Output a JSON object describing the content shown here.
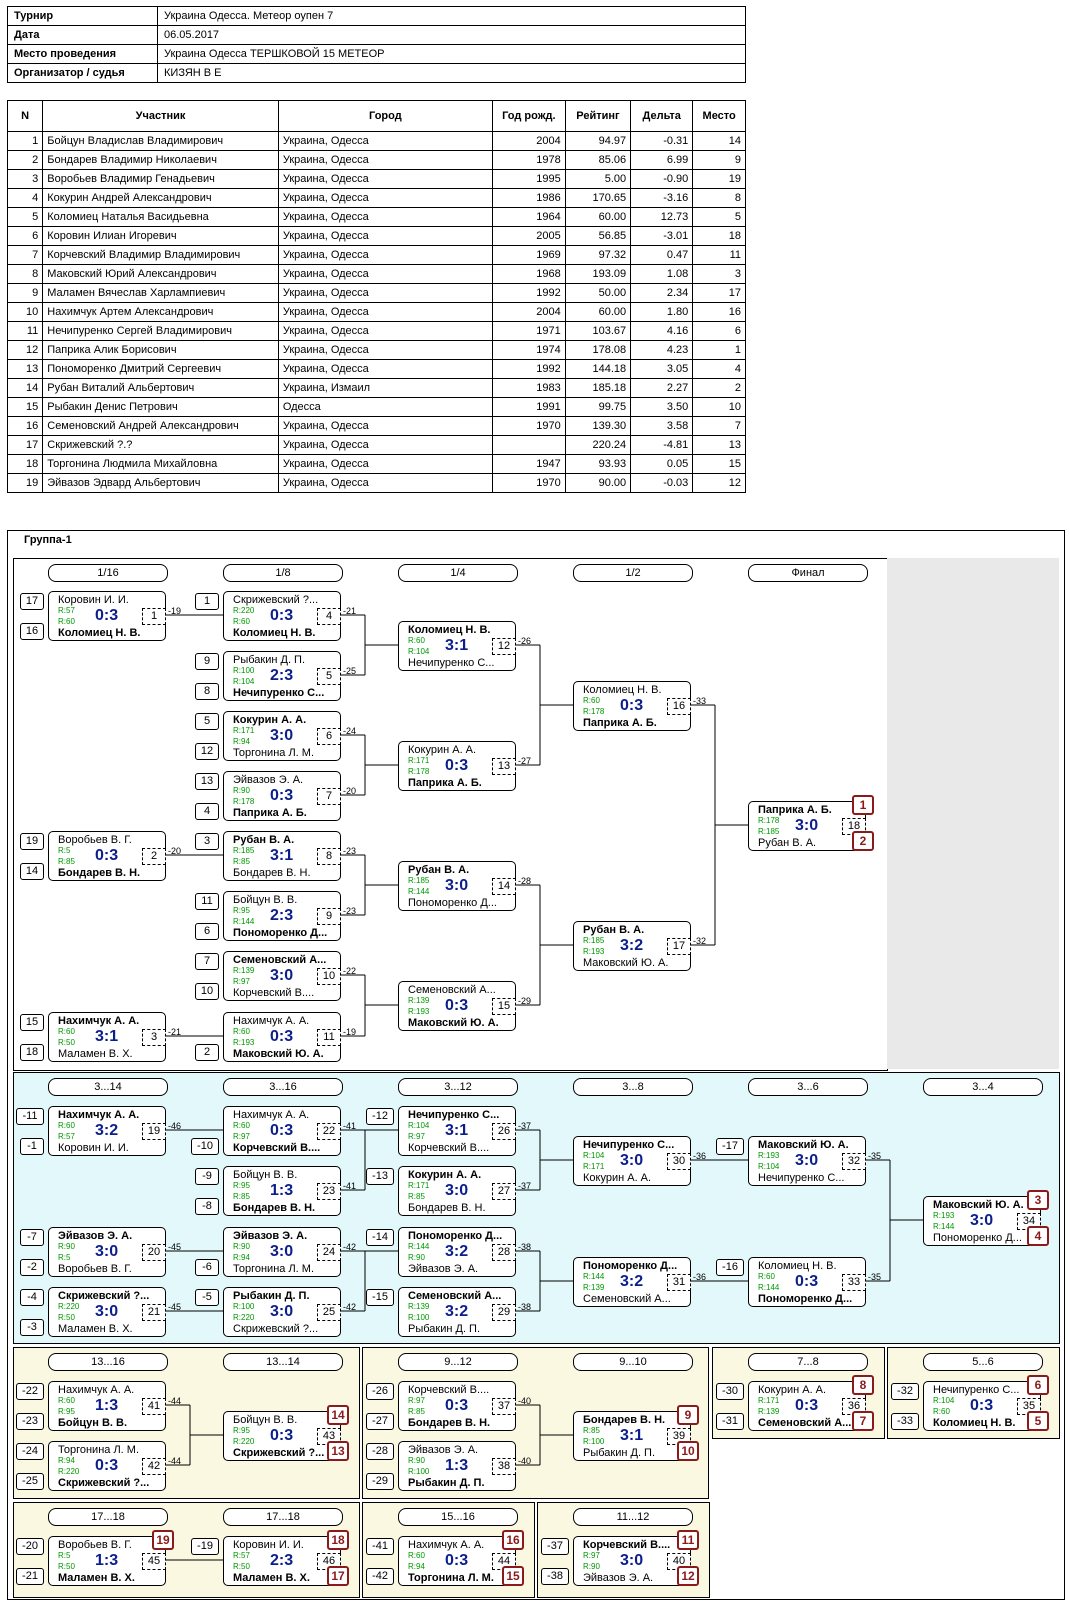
{
  "info": [
    {
      "key": "Турнир",
      "value": "Украина Одесса. Метеор оупен 7"
    },
    {
      "key": "Дата",
      "value": "06.05.2017"
    },
    {
      "key": "Место проведения",
      "value": "Украина Одесса ТЕРШКОВОЙ 15 МЕТЕОР"
    },
    {
      "key": "Организатор / судья",
      "value": "КИЗЯН В Е"
    }
  ],
  "players_header": [
    "N",
    "Участник",
    "Город",
    "Год рожд.",
    "Рейтинг",
    "Дельта",
    "Место"
  ],
  "players": [
    [
      "1",
      "Бойцун Владислав Владимирович",
      "Украина, Одесса",
      "2004",
      "94.97",
      "-0.31",
      "14"
    ],
    [
      "2",
      "Бондарев Владимир Николаевич",
      "Украина, Одесса",
      "1978",
      "85.06",
      "6.99",
      "9"
    ],
    [
      "3",
      "Воробьев Владимир Генадьевич",
      "Украина, Одесса",
      "1995",
      "5.00",
      "-0.90",
      "19"
    ],
    [
      "4",
      "Кокурин Андрей Александрович",
      "Украина, Одесса",
      "1986",
      "170.65",
      "-3.16",
      "8"
    ],
    [
      "5",
      "Коломиец Наталья Васидьевна",
      "Украина, Одесса",
      "1964",
      "60.00",
      "12.73",
      "5"
    ],
    [
      "6",
      "Коровин Илиан Игоревич",
      "Украина, Одесса",
      "2005",
      "56.85",
      "-3.01",
      "18"
    ],
    [
      "7",
      "Корчевский Владимир Владимирович",
      "Украина, Одесса",
      "1969",
      "97.32",
      "0.47",
      "11"
    ],
    [
      "8",
      "Маковский Юрий Александрович",
      "Украина, Одесса",
      "1968",
      "193.09",
      "1.08",
      "3"
    ],
    [
      "9",
      "Маламен Вячеслав Харлампиевич",
      "Украина, Одесса",
      "1992",
      "50.00",
      "2.34",
      "17"
    ],
    [
      "10",
      "Нахимчук Артем Александрович",
      "Украина, Одесса",
      "2004",
      "60.00",
      "1.80",
      "16"
    ],
    [
      "11",
      "Нечипуренко Сергей Владимирович",
      "Украина, Одесса",
      "1971",
      "103.67",
      "4.16",
      "6"
    ],
    [
      "12",
      "Паприка Алик Борисович",
      "Украина, Одесса",
      "1974",
      "178.08",
      "4.23",
      "1"
    ],
    [
      "13",
      "Пономоренко Дмитрий Сергеевич",
      "Украина, Одесса",
      "1992",
      "144.18",
      "3.05",
      "4"
    ],
    [
      "14",
      "Рубан Виталий Альбертович",
      "Украина, Измаил",
      "1983",
      "185.18",
      "2.27",
      "2"
    ],
    [
      "15",
      "Рыбакин Денис Петрович",
      "Одесса",
      "1991",
      "99.75",
      "3.50",
      "10"
    ],
    [
      "16",
      "Семеновский Андрей Александрович",
      "Украина, Одесса",
      "1970",
      "139.30",
      "3.58",
      "7"
    ],
    [
      "17",
      "Скрижевский ?.?",
      "Украина, Одесса",
      "",
      "220.24",
      "-4.81",
      "13"
    ],
    [
      "18",
      "Торгонина Людмила Михайловна",
      "Украина, Одесса",
      "1947",
      "93.93",
      "0.05",
      "15"
    ],
    [
      "19",
      "Эйвазов Эдвард Альбертович",
      "Украина, Одесса",
      "1970",
      "90.00",
      "-0.03",
      "12"
    ]
  ],
  "group_title": "Группа-1",
  "round_headers": [
    {
      "id": "h1",
      "label": "1/16"
    },
    {
      "id": "h2",
      "label": "1/8"
    },
    {
      "id": "h3",
      "label": "1/4"
    },
    {
      "id": "h4",
      "label": "1/2"
    },
    {
      "id": "h5",
      "label": "Финал"
    },
    {
      "id": "h6",
      "label": "3...14"
    },
    {
      "id": "h7",
      "label": "3...16"
    },
    {
      "id": "h8",
      "label": "3...12"
    },
    {
      "id": "h9",
      "label": "3...8"
    },
    {
      "id": "h10",
      "label": "3...6"
    },
    {
      "id": "h11",
      "label": "3...4"
    },
    {
      "id": "h12",
      "label": "13...16"
    },
    {
      "id": "h13",
      "label": "13...14"
    },
    {
      "id": "h14",
      "label": "9...12"
    },
    {
      "id": "h15",
      "label": "9...10"
    },
    {
      "id": "h16",
      "label": "7...8"
    },
    {
      "id": "h17",
      "label": "5...6"
    },
    {
      "id": "h18",
      "label": "17...18"
    },
    {
      "id": "h19",
      "label": "17...18"
    },
    {
      "id": "h20",
      "label": "15...16"
    },
    {
      "id": "h21",
      "label": "11...12"
    }
  ],
  "matches": [
    {
      "p1": "Коровин И. И.",
      "r1": "R:57",
      "p2": "Коломиец Н. В.",
      "r2": "R:60",
      "score": "0:3",
      "no": "1",
      "win": 2,
      "loss": "-19",
      "t1": "17",
      "t2": "16"
    },
    {
      "p1": "Воробьев В. Г.",
      "r1": "R:5",
      "p2": "Бондарев В. Н.",
      "r2": "R:85",
      "score": "0:3",
      "no": "2",
      "win": 2,
      "loss": "-20",
      "t1": "19",
      "t2": "14"
    },
    {
      "p1": "Нахимчук А. А.",
      "r1": "R:60",
      "p2": "Маламен В. Х.",
      "r2": "R:50",
      "score": "3:1",
      "no": "3",
      "win": 1,
      "loss": "-21",
      "t1": "15",
      "t2": "18"
    },
    {
      "p1": "Скрижевский ?...",
      "r1": "R:220",
      "p2": "Коломиец Н. В.",
      "r2": "R:60",
      "score": "0:3",
      "no": "4",
      "win": 2,
      "loss": "-21",
      "t1": "1"
    },
    {
      "p1": "Рыбакин Д. П.",
      "r1": "R:100",
      "p2": "Нечипуренко С...",
      "r2": "R:104",
      "score": "2:3",
      "no": "5",
      "win": 2,
      "loss": "-25",
      "t1": "9",
      "t2": "8"
    },
    {
      "p1": "Кокурин А. А.",
      "r1": "R:171",
      "p2": "Торгонина Л. М.",
      "r2": "R:94",
      "score": "3:0",
      "no": "6",
      "win": 1,
      "loss": "-24",
      "t1": "5",
      "t2": "12"
    },
    {
      "p1": "Эйвазов Э. А.",
      "r1": "R:90",
      "p2": "Паприка А. Б.",
      "r2": "R:178",
      "score": "0:3",
      "no": "7",
      "win": 2,
      "loss": "-20",
      "t1": "13",
      "t2": "4"
    },
    {
      "p1": "Рубан В. А.",
      "r1": "R:185",
      "p2": "Бондарев В. Н.",
      "r2": "R:85",
      "score": "3:1",
      "no": "8",
      "win": 1,
      "loss": "-23",
      "t1": "3"
    },
    {
      "p1": "Бойцун В. В.",
      "r1": "R:95",
      "p2": "Пономоренко Д...",
      "r2": "R:144",
      "score": "2:3",
      "no": "9",
      "win": 2,
      "loss": "-23",
      "t1": "11",
      "t2": "6"
    },
    {
      "p1": "Семеновский А...",
      "r1": "R:139",
      "p2": "Корчевский В....",
      "r2": "R:97",
      "score": "3:0",
      "no": "10",
      "win": 1,
      "loss": "-22",
      "t1": "7",
      "t2": "10"
    },
    {
      "p1": "Нахимчук А. А.",
      "r1": "R:60",
      "p2": "Маковский Ю. А.",
      "r2": "R:193",
      "score": "0:3",
      "no": "11",
      "win": 2,
      "loss": "-19",
      "t2": "2"
    },
    {
      "p1": "Коломиец Н. В.",
      "r1": "R:60",
      "p2": "Нечипуренко С...",
      "r2": "R:104",
      "score": "3:1",
      "no": "12",
      "win": 1,
      "loss": "-26"
    },
    {
      "p1": "Кокурин А. А.",
      "r1": "R:171",
      "p2": "Паприка А. Б.",
      "r2": "R:178",
      "score": "0:3",
      "no": "13",
      "win": 2,
      "loss": "-27"
    },
    {
      "p1": "Рубан В. А.",
      "r1": "R:185",
      "p2": "Пономоренко Д...",
      "r2": "R:144",
      "score": "3:0",
      "no": "14",
      "win": 1,
      "loss": "-28"
    },
    {
      "p1": "Семеновский А...",
      "r1": "R:139",
      "p2": "Маковский Ю. А.",
      "r2": "R:193",
      "score": "0:3",
      "no": "15",
      "win": 2,
      "loss": "-29"
    },
    {
      "p1": "Коломиец Н. В.",
      "r1": "R:60",
      "p2": "Паприка А. Б.",
      "r2": "R:178",
      "score": "0:3",
      "no": "16",
      "win": 2,
      "loss": "-33"
    },
    {
      "p1": "Рубан В. А.",
      "r1": "R:185",
      "p2": "Маковский Ю. А.",
      "r2": "R:193",
      "score": "3:2",
      "no": "17",
      "win": 1,
      "loss": "-32"
    },
    {
      "p1": "Паприка А. Б.",
      "r1": "R:178",
      "p2": "Рубан В. А.",
      "r2": "R:185",
      "score": "3:0",
      "no": "18",
      "win": 1,
      "pl1": "1",
      "pl2": "2"
    },
    {
      "p1": "Нахимчук А. А.",
      "r1": "R:60",
      "p2": "Коровин И. И.",
      "r2": "R:57",
      "score": "3:2",
      "no": "19",
      "win": 1,
      "loss": "-46",
      "t1": "-11",
      "t2": "-1"
    },
    {
      "p1": "Эйвазов Э. А.",
      "r1": "R:90",
      "p2": "Воробьев В. Г.",
      "r2": "R:5",
      "score": "3:0",
      "no": "20",
      "win": 1,
      "loss": "-45",
      "t1": "-7",
      "t2": "-2"
    },
    {
      "p1": "Скрижевский ?...",
      "r1": "R:220",
      "p2": "Маламен В. Х.",
      "r2": "R:50",
      "score": "3:0",
      "no": "21",
      "win": 1,
      "loss": "-45",
      "t1": "-4",
      "t2": "-3"
    },
    {
      "p1": "Нахимчук А. А.",
      "r1": "R:60",
      "p2": "Корчевский В....",
      "r2": "R:97",
      "score": "0:3",
      "no": "22",
      "win": 2,
      "loss": "-41",
      "t2": "-10"
    },
    {
      "p1": "Бойцун В. В.",
      "r1": "R:95",
      "p2": "Бондарев В. Н.",
      "r2": "R:85",
      "score": "1:3",
      "no": "23",
      "win": 2,
      "loss": "-41",
      "t1": "-9",
      "t2": "-8"
    },
    {
      "p1": "Эйвазов Э. А.",
      "r1": "R:90",
      "p2": "Торгонина Л. М.",
      "r2": "R:94",
      "score": "3:0",
      "no": "24",
      "win": 1,
      "loss": "-42",
      "t2": "-6"
    },
    {
      "p1": "Рыбакин Д. П.",
      "r1": "R:100",
      "p2": "Скрижевский ?...",
      "r2": "R:220",
      "score": "3:0",
      "no": "25",
      "win": 1,
      "loss": "-42",
      "t1": "-5"
    },
    {
      "p1": "Нечипуренко С...",
      "r1": "R:104",
      "p2": "Корчевский В....",
      "r2": "R:97",
      "score": "3:1",
      "no": "26",
      "win": 1,
      "loss": "-37",
      "t1": "-12"
    },
    {
      "p1": "Кокурин А. А.",
      "r1": "R:171",
      "p2": "Бондарев В. Н.",
      "r2": "R:85",
      "score": "3:0",
      "no": "27",
      "win": 1,
      "loss": "-37",
      "t1": "-13"
    },
    {
      "p1": "Пономоренко Д...",
      "r1": "R:144",
      "p2": "Эйвазов Э. А.",
      "r2": "R:90",
      "score": "3:2",
      "no": "28",
      "win": 1,
      "loss": "-38",
      "t1": "-14"
    },
    {
      "p1": "Семеновский А...",
      "r1": "R:139",
      "p2": "Рыбакин Д. П.",
      "r2": "R:100",
      "score": "3:2",
      "no": "29",
      "win": 1,
      "loss": "-38",
      "t1": "-15"
    },
    {
      "p1": "Нечипуренко С...",
      "r1": "R:104",
      "p2": "Кокурин А. А.",
      "r2": "R:171",
      "score": "3:0",
      "no": "30",
      "win": 1,
      "loss": "-36"
    },
    {
      "p1": "Пономоренко Д...",
      "r1": "R:144",
      "p2": "Семеновский А...",
      "r2": "R:139",
      "score": "3:2",
      "no": "31",
      "win": 1,
      "loss": "-36"
    },
    {
      "p1": "Маковский Ю. А.",
      "r1": "R:193",
      "p2": "Нечипуренко С...",
      "r2": "R:104",
      "score": "3:0",
      "no": "32",
      "win": 1,
      "loss": "-35",
      "t1": "-17"
    },
    {
      "p1": "Коломиец Н. В.",
      "r1": "R:60",
      "p2": "Пономоренко Д...",
      "r2": "R:144",
      "score": "0:3",
      "no": "33",
      "win": 2,
      "loss": "-35",
      "t1": "-16"
    },
    {
      "p1": "Маковский Ю. А.",
      "r1": "R:193",
      "p2": "Пономоренко Д...",
      "r2": "R:144",
      "score": "3:0",
      "no": "34",
      "win": 1,
      "pl1": "3",
      "pl2": "4"
    },
    {
      "p1": "Нахимчук А. А.",
      "r1": "R:60",
      "p2": "Бойцун В. В.",
      "r2": "R:95",
      "score": "1:3",
      "no": "41",
      "win": 2,
      "loss": "-44",
      "t1": "-22",
      "t2": "-23"
    },
    {
      "p1": "Торгонина Л. М.",
      "r1": "R:94",
      "p2": "Скрижевский ?...",
      "r2": "R:220",
      "score": "0:3",
      "no": "42",
      "win": 2,
      "loss": "-44",
      "t1": "-24",
      "t2": "-25"
    },
    {
      "p1": "Бойцун В. В.",
      "r1": "R:95",
      "p2": "Скрижевский ?...",
      "r2": "R:220",
      "score": "0:3",
      "no": "43",
      "win": 2,
      "pl1": "14",
      "pl2": "13"
    },
    {
      "p1": "Корчевский В....",
      "r1": "R:97",
      "p2": "Бондарев В. Н.",
      "r2": "R:85",
      "score": "0:3",
      "no": "37",
      "win": 2,
      "loss": "-40",
      "t1": "-26",
      "t2": "-27"
    },
    {
      "p1": "Эйвазов Э. А.",
      "r1": "R:90",
      "p2": "Рыбакин Д. П.",
      "r2": "R:100",
      "score": "1:3",
      "no": "38",
      "win": 2,
      "loss": "-40",
      "t1": "-28",
      "t2": "-29"
    },
    {
      "p1": "Бондарев В. Н.",
      "r1": "R:85",
      "p2": "Рыбакин Д. П.",
      "r2": "R:100",
      "score": "3:1",
      "no": "39",
      "win": 1,
      "pl1": "9",
      "pl2": "10"
    },
    {
      "p1": "Кокурин А. А.",
      "r1": "R:171",
      "p2": "Семеновский А...",
      "r2": "R:139",
      "score": "0:3",
      "no": "36",
      "win": 2,
      "t1": "-30",
      "t2": "-31",
      "pl1": "8",
      "pl2": "7"
    },
    {
      "p1": "Нечипуренко С...",
      "r1": "R:104",
      "p2": "Коломиец Н. В.",
      "r2": "R:60",
      "score": "0:3",
      "no": "35",
      "win": 2,
      "t1": "-32",
      "t2": "-33",
      "pl1": "6",
      "pl2": "5"
    },
    {
      "p1": "Воробьев В. Г.",
      "r1": "R:5",
      "p2": "Маламен В. Х.",
      "r2": "R:50",
      "score": "1:3",
      "no": "45",
      "win": 2,
      "t1": "-20",
      "t2": "-21",
      "pl1": "19"
    },
    {
      "p1": "Коровин И. И.",
      "r1": "R:57",
      "p2": "Маламен В. Х.",
      "r2": "R:50",
      "score": "2:3",
      "no": "46",
      "win": 2,
      "t1": "-19",
      "pl1": "18",
      "pl2": "17"
    },
    {
      "p1": "Нахимчук А. А.",
      "r1": "R:60",
      "p2": "Торгонина Л. М.",
      "r2": "R:94",
      "score": "0:3",
      "no": "44",
      "win": 2,
      "t1": "-41",
      "t2": "-42",
      "pl1": "16",
      "pl2": "15"
    },
    {
      "p1": "Корчевский В....",
      "r1": "R:97",
      "p2": "Эйвазов Э. А.",
      "r2": "R:90",
      "score": "3:0",
      "no": "40",
      "win": 1,
      "t1": "-37",
      "t2": "-38",
      "pl1": "11",
      "pl2": "12"
    }
  ]
}
